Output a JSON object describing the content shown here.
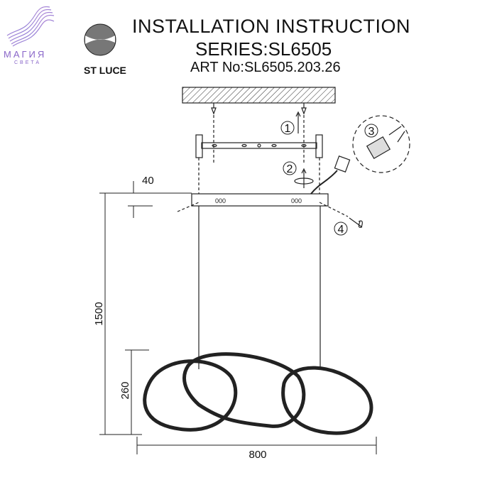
{
  "header": {
    "title": "INSTALLATION INSTRUCTION",
    "series": "SERIES:SL6505",
    "art_no": "ART No:SL6505.203.26"
  },
  "logos": {
    "left_logo_top": "МАГИЯ",
    "left_logo_bottom": "СВЕТА",
    "brand": "ST LUCE"
  },
  "steps": [
    "1",
    "2",
    "3",
    "4"
  ],
  "dimensions": {
    "canopy_height": "40",
    "total_height": "1500",
    "ring_height": "260",
    "width": "800"
  },
  "colors": {
    "line": "#222222",
    "logo": "#8a67c9"
  }
}
